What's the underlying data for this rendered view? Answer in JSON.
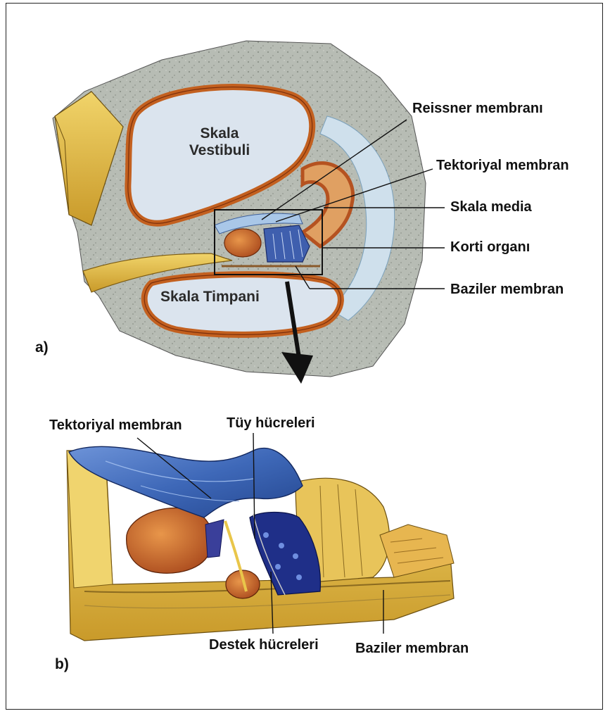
{
  "panel_a": {
    "letter": "a)",
    "inner_labels": {
      "scala_vestibuli_line1": "Skala",
      "scala_vestibuli_line2": "Vestibuli",
      "scala_tympani": "Skala Timpani"
    },
    "callouts": {
      "reissner": "Reissner   membranı",
      "tectorial": "Tektoriyal membran",
      "scala_media": "Skala media",
      "organ_of_corti": "Korti organı",
      "basilar": "Baziler membran"
    }
  },
  "panel_b": {
    "letter": "b)",
    "callouts": {
      "tectorial": "Tektoriyal membran",
      "hair_cells": "Tüy hücreleri",
      "supporting_cells": "Destek hücreleri",
      "basilar": "Baziler membran"
    }
  },
  "colors": {
    "bone": "#b9bdb6",
    "bone_dark": "#8f958d",
    "cavity_fill": "#dce4ee",
    "membrane_orange": "#d4722a",
    "tissue_yellow": "#e9c64a",
    "tectorial_blue": "#3f6fc0",
    "hair_cell_blue": "#1e2f86",
    "outline": "#1a1a1a"
  }
}
